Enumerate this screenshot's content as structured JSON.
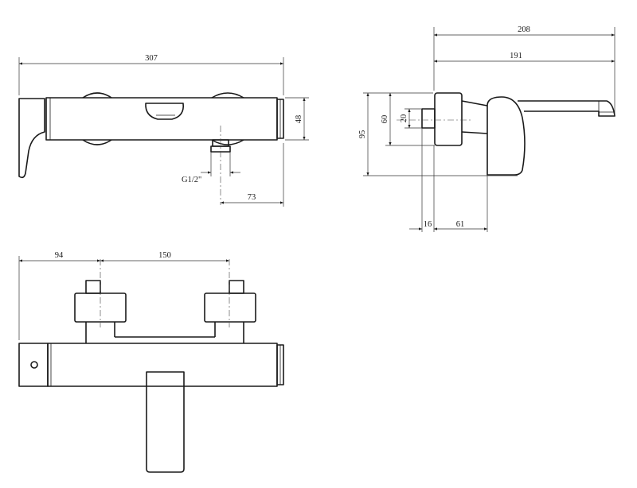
{
  "dimensions": {
    "front_width": "307",
    "front_height": "48",
    "front_outlet_offset": "73",
    "thread": "G1/2\"",
    "side_total_depth": "208",
    "side_spout_depth": "191",
    "side_height": "95",
    "side_flange_height": "60",
    "side_connector_height": "20",
    "side_connector_depth": "16",
    "side_flange_depth": "61",
    "top_left_offset": "94",
    "top_center_distance": "150"
  },
  "colors": {
    "line": "#1a1a1a",
    "background": "#ffffff"
  }
}
